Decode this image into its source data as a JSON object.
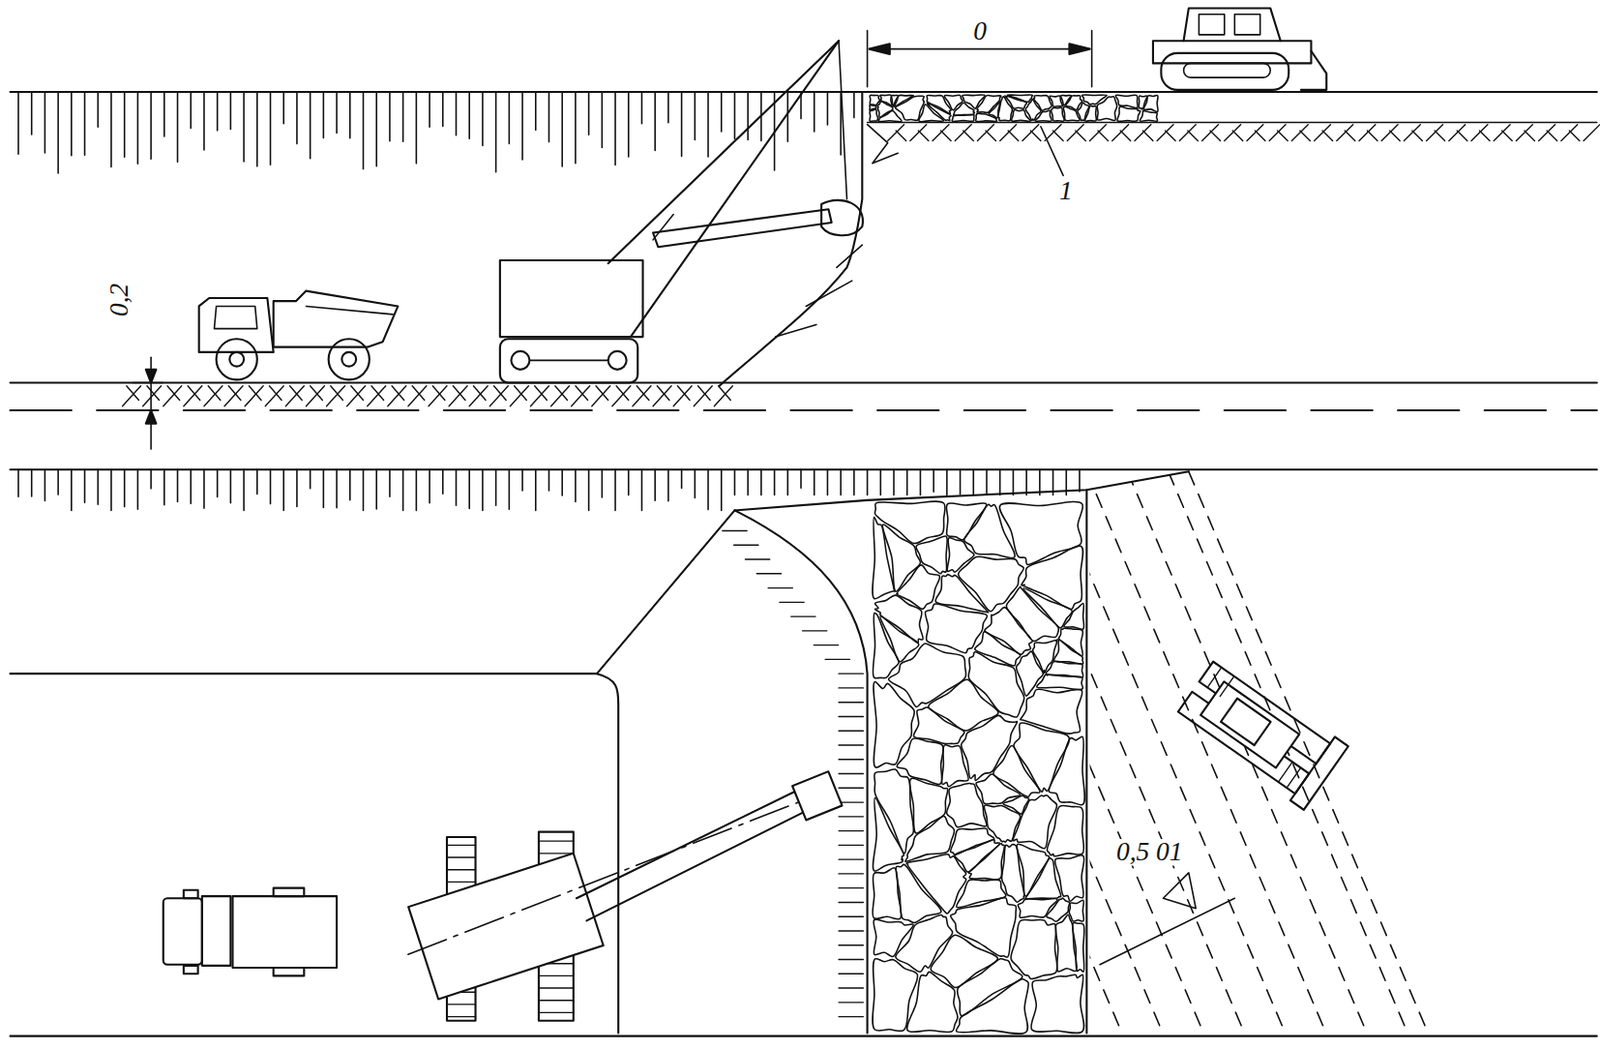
{
  "diagram": {
    "labels": [
      "0",
      "1",
      "0,2",
      "0,5 01"
    ]
  }
}
